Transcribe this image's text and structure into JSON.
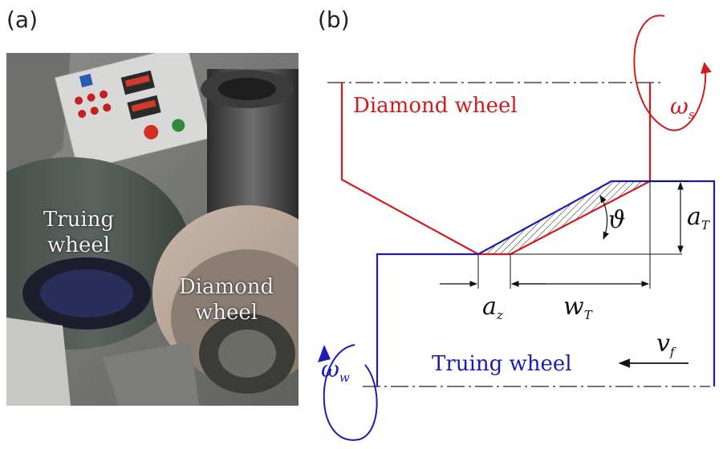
{
  "panels": {
    "a": {
      "label": "(a)"
    },
    "b": {
      "label": "(b)"
    }
  },
  "photo": {
    "truing_line1": "Truing",
    "truing_line2": "wheel",
    "diamond_line1": "Diamond",
    "diamond_line2": "wheel"
  },
  "diagram": {
    "diamond_wheel_label": "Diamond wheel",
    "truing_wheel_label": "Truing wheel",
    "omega_s": {
      "symbol": "ω",
      "sub": "s"
    },
    "omega_w": {
      "symbol": "ω",
      "sub": "w"
    },
    "a_T": {
      "symbol": "a",
      "sub": "T"
    },
    "a_z": {
      "symbol": "a",
      "sub": "z"
    },
    "w_T": {
      "symbol": "w",
      "sub": "T"
    },
    "v_f": {
      "symbol": "v",
      "sub": "f"
    },
    "theta": "ϑ"
  },
  "colors": {
    "diamond": "#d01c1c",
    "truing": "#1c1cb4",
    "annotation": "#111111"
  }
}
